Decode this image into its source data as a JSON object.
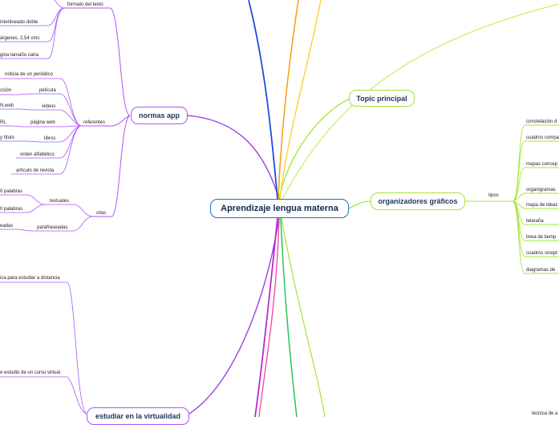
{
  "central": "Aprendizaje lengua materna",
  "branches": {
    "normas": "normas app",
    "topic": "Topic principal",
    "organizadores": "organizadores gráficos",
    "virtualidad": "estudiar en la virtualidad"
  },
  "normas": {
    "formato": "formato del texto",
    "formato_items": [
      "interlineado doble",
      "árgenes, 2,54 cms",
      "gina tamaño carta"
    ],
    "referentes": "referentes",
    "referentes_items": [
      "noticia de un periódico",
      "película",
      "videos",
      "página web",
      "libros",
      "orden alfabético",
      "artículo de revista"
    ],
    "referentes_left": [
      "cción",
      "N.web",
      "RL",
      "y título"
    ],
    "citas": "citas",
    "textuales": "textuales",
    "textuales_items": [
      "0 palabras",
      "0 palabras"
    ],
    "parafraseadas": "parafraseadas",
    "parafraseadas_left": "eadas"
  },
  "organizadores": {
    "tipos": "tipos",
    "items": [
      "constelación d",
      "cuadros compa",
      "mapas concep",
      "organigramas",
      "mapa de ideas",
      "telaraña",
      "linea de tiemp",
      "cuadros sinopt",
      "diagramas de"
    ]
  },
  "virtualidad": {
    "items": [
      "ica para estudiar a distancia",
      "e estudio de un curso virtual"
    ]
  },
  "bottom_right": "técnica de a"
}
